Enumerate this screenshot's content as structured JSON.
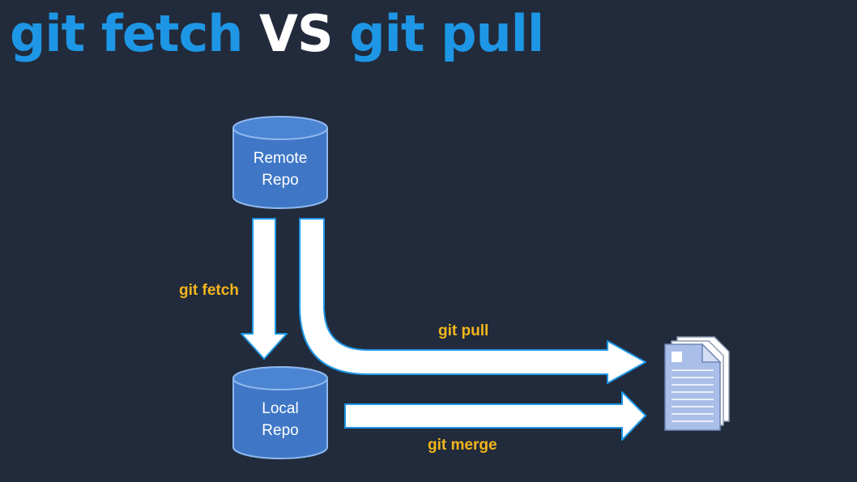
{
  "title": {
    "part1": "git fetch",
    "part2": "VS",
    "part3": "git pull"
  },
  "remote_repo": {
    "line1": "Remote",
    "line2": "Repo"
  },
  "local_repo": {
    "line1": "Local",
    "line2": "Repo"
  },
  "labels": {
    "fetch": "git fetch",
    "pull": "git pull",
    "merge": "git merge"
  },
  "colors": {
    "background": "#212b3b",
    "title_blue": "#1e96e6",
    "cylinder_fill": "#3f77c6",
    "cylinder_stroke": "#8fb8ee",
    "arrow_stroke": "#1e96e6",
    "label_orange": "#f3b51c"
  },
  "icons": {
    "documents": "working-copy-documents-icon",
    "remote": "database-cylinder-icon",
    "local": "database-cylinder-icon"
  }
}
